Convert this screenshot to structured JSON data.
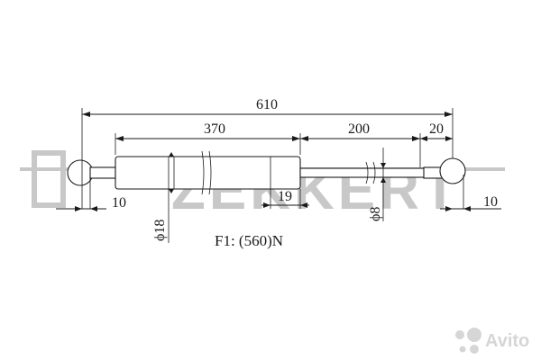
{
  "dimensions": {
    "overall_length": "610",
    "body_length": "370",
    "stroke_length": "200",
    "end_fitting_right": "20",
    "fitting_left": "10",
    "fitting_right": "10",
    "rod_guide": "19",
    "body_diameter": "ϕ18",
    "rod_diameter": "ϕ8"
  },
  "force_label": "F1: (560)N",
  "watermark": {
    "brand": "ZEKKERT",
    "marketplace": "Avito"
  },
  "colors": {
    "line": "#1a1a1a",
    "watermark": "#c8c8c8",
    "background": "#ffffff"
  }
}
